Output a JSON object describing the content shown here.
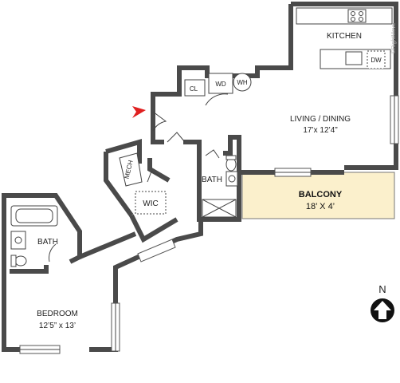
{
  "rooms": {
    "kitchen": "KITCHEN",
    "living_dining": "LIVING / DINING",
    "living_dining_size": "17’x 12’4”",
    "balcony": "BALCONY",
    "balcony_size": "18’ X 4’",
    "bath_main": "BATH",
    "bath_bedroom": "BATH",
    "bedroom": "BEDROOM",
    "bedroom_size": "12’5” x 13’",
    "wic": "WIC",
    "mech": "MECH",
    "closet": "CL"
  },
  "fixtures": {
    "washer_dryer": "WD",
    "water_heater": "WH",
    "dishwasher": "DW"
  },
  "compass": {
    "label": "N"
  },
  "watermark": "©RightMove",
  "colors": {
    "wall": "#4a4a4a",
    "balcony_fill": "#fbf0cc",
    "entry_arrow": "#e02020",
    "compass_fill": "#111111"
  }
}
